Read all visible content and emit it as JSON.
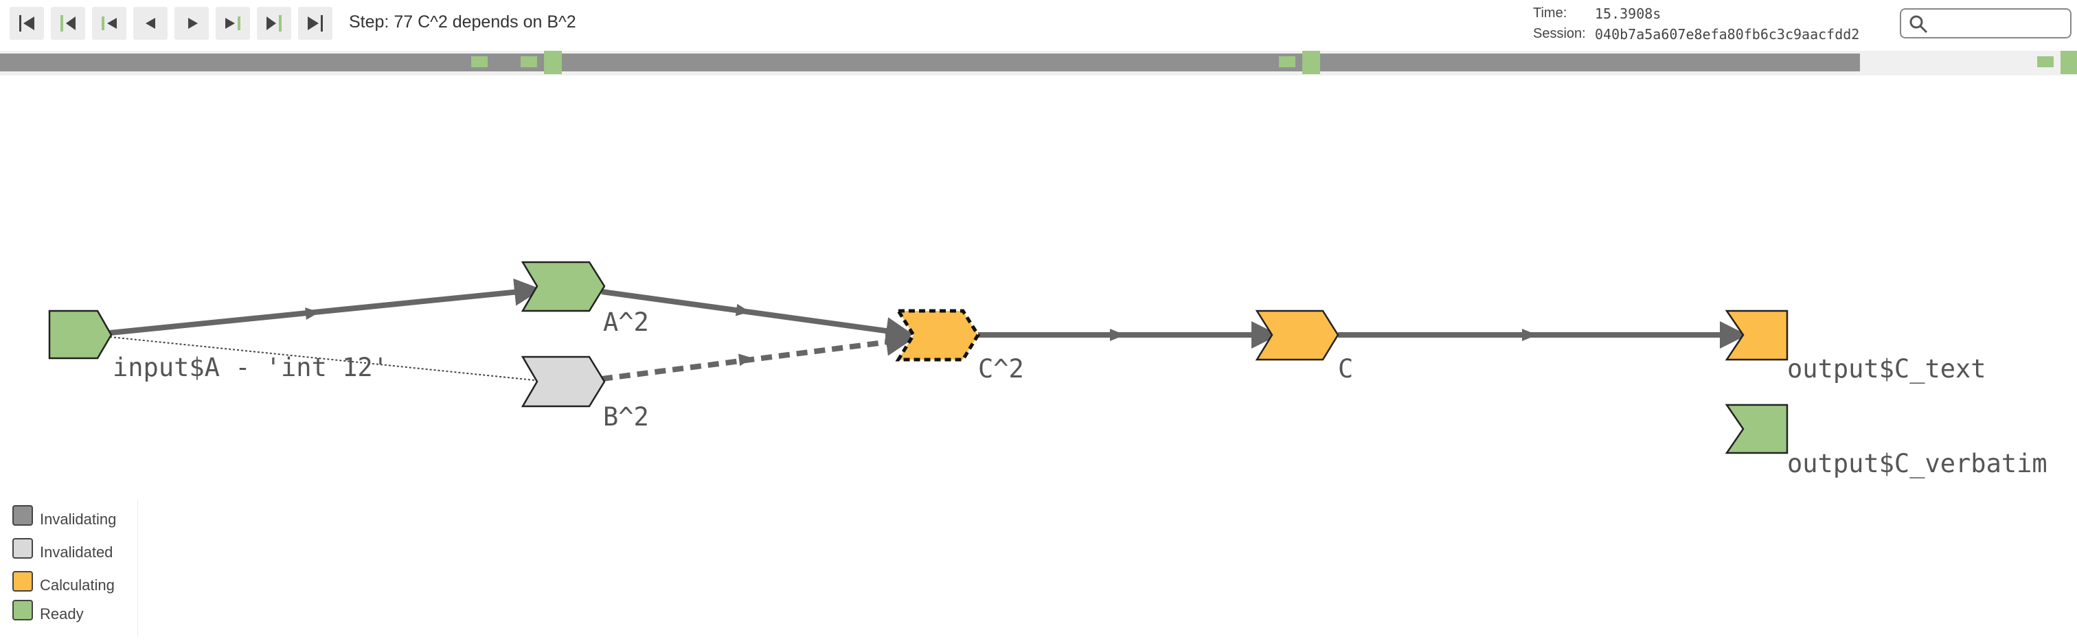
{
  "toolbar": {
    "buttons": [
      {
        "name": "first-step",
        "icon": "skip-to-start-icon"
      },
      {
        "name": "previous-user-step",
        "icon": "previous-user-icon"
      },
      {
        "name": "previous-output-step",
        "icon": "previous-output-icon"
      },
      {
        "name": "previous-step",
        "icon": "step-back-icon"
      },
      {
        "name": "next-step",
        "icon": "step-forward-icon"
      },
      {
        "name": "next-output-step",
        "icon": "next-output-icon"
      },
      {
        "name": "next-user-step",
        "icon": "next-user-icon"
      },
      {
        "name": "last-step",
        "icon": "skip-to-end-icon"
      }
    ],
    "step_text": "Step: 77  C^2 depends on B^2"
  },
  "info": {
    "time_label": "Time:",
    "time_value": "15.3908s",
    "session_label": "Session:",
    "session_value": "040b7a5a607e8efa80fb6c3c9aacfdd2"
  },
  "search": {
    "placeholder": "",
    "icon": "search-icon"
  },
  "colors": {
    "invalidating": "#909090",
    "invalidated": "#d9d9d9",
    "calculating": "#fcbd4a",
    "ready": "#9dc782",
    "edge": "#666666"
  },
  "graph": {
    "nodes": [
      {
        "id": "input",
        "label": "input$A - 'int 12'",
        "state": "ready",
        "shape": "input"
      },
      {
        "id": "a2",
        "label": "A^2",
        "state": "ready",
        "shape": "reactive"
      },
      {
        "id": "b2",
        "label": "B^2",
        "state": "invalidated",
        "shape": "reactive"
      },
      {
        "id": "c2",
        "label": "C^2",
        "state": "calculating",
        "shape": "reactive",
        "highlighted": true
      },
      {
        "id": "c",
        "label": "C",
        "state": "calculating",
        "shape": "reactive"
      },
      {
        "id": "out_text",
        "label": "output$C_text",
        "state": "calculating",
        "shape": "output"
      },
      {
        "id": "out_verb",
        "label": "output$C_verbatim",
        "state": "ready",
        "shape": "output"
      }
    ],
    "edges": [
      {
        "from": "input",
        "to": "a2",
        "style": "solid"
      },
      {
        "from": "input",
        "to": "b2",
        "style": "dotted"
      },
      {
        "from": "a2",
        "to": "c2",
        "style": "solid"
      },
      {
        "from": "b2",
        "to": "c2",
        "style": "dashed"
      },
      {
        "from": "c2",
        "to": "c",
        "style": "solid"
      },
      {
        "from": "c",
        "to": "out_text",
        "style": "solid"
      }
    ]
  },
  "legend": [
    {
      "label": "Invalidating",
      "state": "invalidating"
    },
    {
      "label": "Invalidated",
      "state": "invalidated"
    },
    {
      "label": "Calculating",
      "state": "calculating"
    },
    {
      "label": "Ready",
      "state": "ready"
    }
  ]
}
